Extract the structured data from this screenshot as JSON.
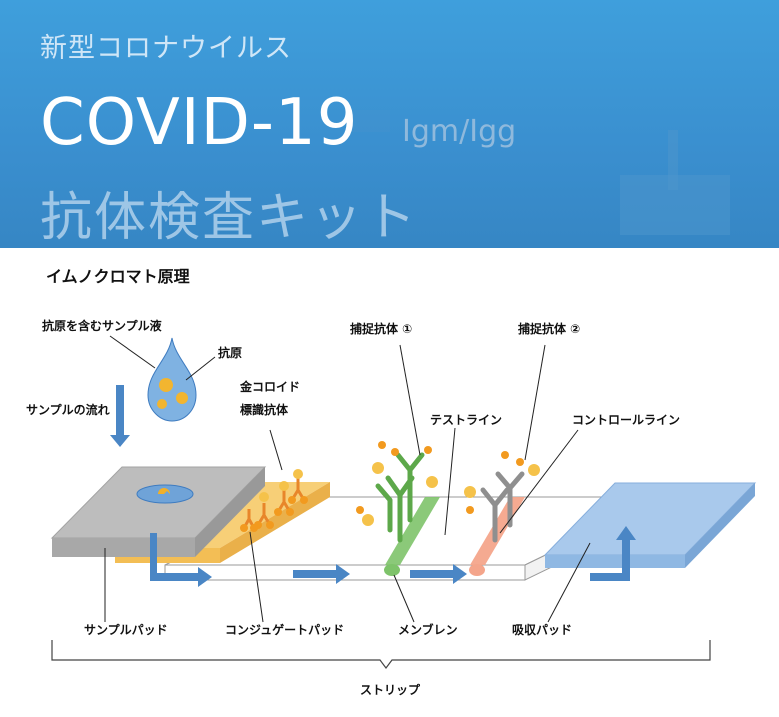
{
  "banner": {
    "subtitle": "新型コロナウイルス",
    "title": "COVID-19",
    "tag": "Igm/Igg",
    "kit": "抗体検査キット"
  },
  "section_title": "イムノクロマト原理",
  "labels": {
    "sample_liquid": "抗原を含むサンプル液",
    "antigen": "抗原",
    "sample_flow": "サンプルの流れ",
    "gold_colloid": "金コロイド",
    "labeled_antibody": "標識抗体",
    "capture_antibody_1": "捕捉抗体 ①",
    "capture_antibody_2": "捕捉抗体 ②",
    "test_line": "テストライン",
    "control_line": "コントロールライン",
    "sample_pad": "サンプルパッド",
    "conjugate_pad": "コンジュゲートパッド",
    "membrane": "メンブレン",
    "absorbent_pad": "吸収パッド",
    "strip": "ストリップ"
  },
  "colors": {
    "banner": "#3a8fcf",
    "sample_pad": "#b5b5b5",
    "conjugate_pad": "#f7cf77",
    "test_line": "#7ec36a",
    "control_line": "#f4a58b",
    "absorbent_pad": "#8fb8e3",
    "arrow": "#4a86c5",
    "antibody_gold": "#f29a1f"
  }
}
